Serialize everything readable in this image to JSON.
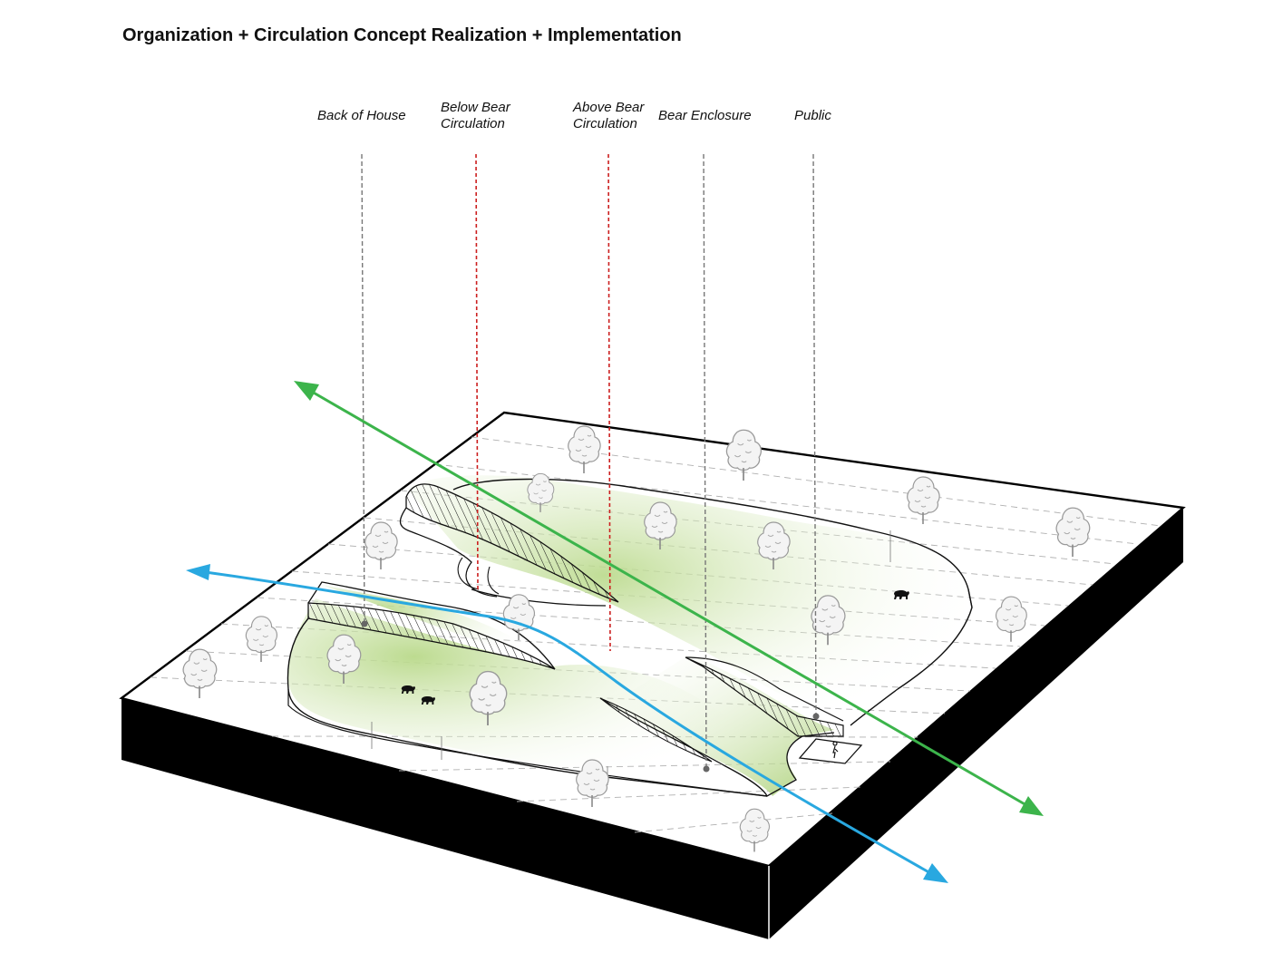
{
  "title": "Organization + Circulation Concept Realization + Implementation",
  "zones": {
    "back_of_house": "Back of House",
    "below_bear_circulation_line1": "Below Bear",
    "below_bear_circulation_line2": "Circulation",
    "above_bear_circulation_line1": "Above Bear",
    "above_bear_circulation_line2": "Circulation",
    "bear_enclosure": "Bear Enclosure",
    "public": "Public"
  },
  "colors": {
    "green_arrow": "#3cb44b",
    "blue_arrow": "#29a8e0",
    "red_leader": "#cc1f1f",
    "gray_leader": "#777777",
    "enclosure_green": "#b9d98a",
    "block_side": "#000000"
  }
}
